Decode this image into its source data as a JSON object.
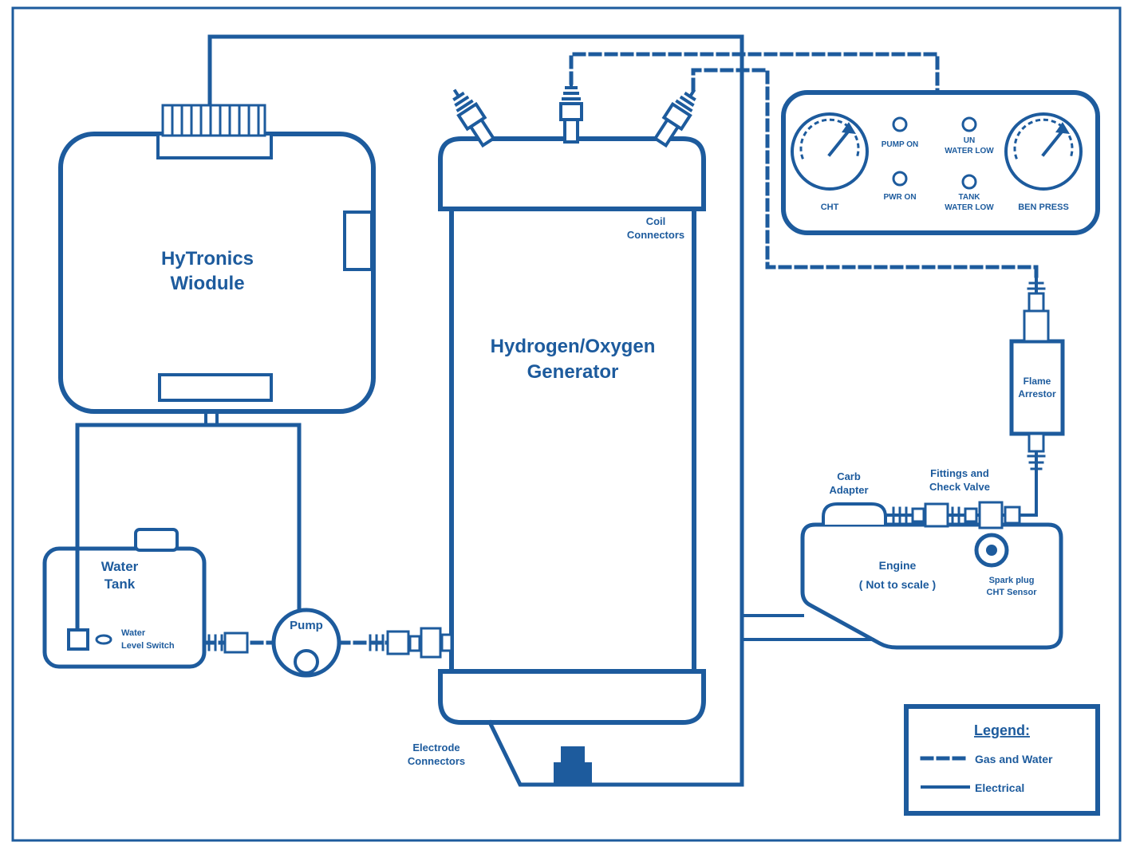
{
  "colors": {
    "ink": "#1d5b9d"
  },
  "module": {
    "name_line1": "HyTronics",
    "name_line2": "Wiodule"
  },
  "water_tank": {
    "label_line1": "Water",
    "label_line2": "Tank",
    "switch_line1": "Water",
    "switch_line2": "Level Switch"
  },
  "pump": {
    "label": "Pump"
  },
  "generator": {
    "title_line1": "Hydrogen/Oxygen",
    "title_line2": "Generator",
    "coil_line1": "Coil",
    "coil_line2": "Connectors",
    "electrode_line1": "Electrode",
    "electrode_line2": "Connectors"
  },
  "panel": {
    "gauge_cht": "CHT",
    "gauge_press": "BEN PRESS",
    "led_pump_on": "PUMP ON",
    "led_pwr_on": "PWR ON",
    "led_line_low_1": "UN",
    "led_line_low_2": "WATER LOW",
    "led_tank_low_1": "TANK",
    "led_tank_low_2": "WATER LOW"
  },
  "flame_arrestor": {
    "label_line1": "Flame",
    "label_line2": "Arrestor"
  },
  "carb_adapter": {
    "label_line1": "Carb",
    "label_line2": "Adapter"
  },
  "check_valve": {
    "label_line1": "Fittings and",
    "label_line2": "Check Valve"
  },
  "engine": {
    "label_line1": "Engine",
    "label_line2": "( Not to scale )",
    "spark_line1": "Spark plug",
    "spark_line2": "CHT Sensor"
  },
  "legend": {
    "title": "Legend:",
    "dashed_label": "Gas and Water",
    "solid_label": "Electrical"
  }
}
